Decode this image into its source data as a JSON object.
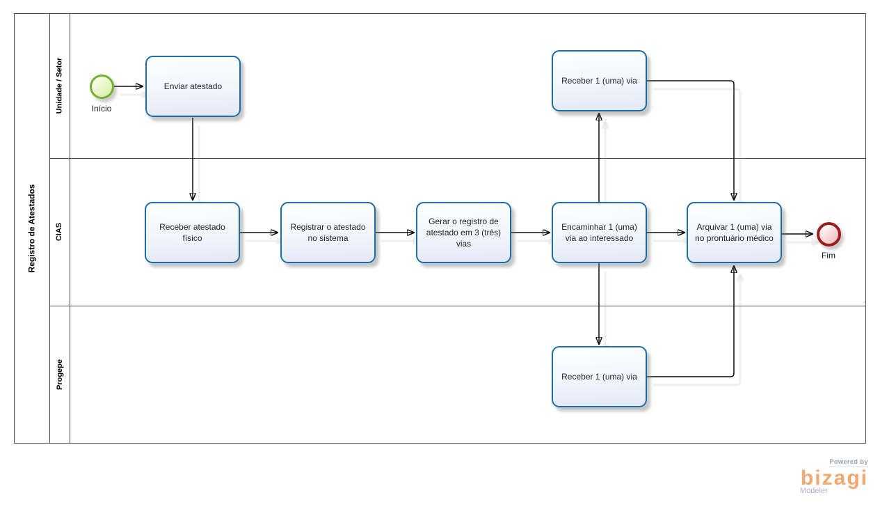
{
  "diagram": {
    "pool": {
      "label": "Registro de Atestados"
    },
    "lanes": [
      {
        "label": "Unidade / Setor"
      },
      {
        "label": "CIAS"
      },
      {
        "label": "Progepe"
      }
    ],
    "events": {
      "start": {
        "label": "Início"
      },
      "end": {
        "label": "Fim"
      }
    },
    "tasks": [
      {
        "id": "enviar-atestado",
        "lane": "Unidade / Setor",
        "label": "Enviar atestado"
      },
      {
        "id": "receber-1-via-unidade",
        "lane": "Unidade / Setor",
        "label": "Receber 1 (uma) via"
      },
      {
        "id": "receber-atestado-fisico",
        "lane": "CIAS",
        "label": "Receber atestado físico"
      },
      {
        "id": "registrar-atestado",
        "lane": "CIAS",
        "label": "Registrar o atestado no sistema"
      },
      {
        "id": "gerar-registro",
        "lane": "CIAS",
        "label": "Gerar o registro de atestado em 3 (três) vias"
      },
      {
        "id": "encaminhar-via",
        "lane": "CIAS",
        "label": "Encaminhar 1 (uma) via ao interessado"
      },
      {
        "id": "arquivar-via",
        "lane": "CIAS",
        "label": "Arquivar 1 (uma) via no prontuário médico"
      },
      {
        "id": "receber-1-via-progepe",
        "lane": "Progepe",
        "label": "Receber 1 (uma) via"
      }
    ],
    "flows": [
      {
        "from": "start",
        "to": "enviar-atestado"
      },
      {
        "from": "enviar-atestado",
        "to": "receber-atestado-fisico"
      },
      {
        "from": "receber-atestado-fisico",
        "to": "registrar-atestado"
      },
      {
        "from": "registrar-atestado",
        "to": "gerar-registro"
      },
      {
        "from": "gerar-registro",
        "to": "encaminhar-via"
      },
      {
        "from": "encaminhar-via",
        "to": "receber-1-via-unidade"
      },
      {
        "from": "encaminhar-via",
        "to": "receber-1-via-progepe"
      },
      {
        "from": "encaminhar-via",
        "to": "arquivar-via"
      },
      {
        "from": "receber-1-via-unidade",
        "to": "arquivar-via"
      },
      {
        "from": "receber-1-via-progepe",
        "to": "arquivar-via"
      },
      {
        "from": "arquivar-via",
        "to": "end"
      }
    ],
    "colors": {
      "task_border": "#1b6ea9",
      "task_fill_bottom": "#e3e9f5",
      "start_event_border": "#72b133",
      "end_event_border": "#9e1b1b",
      "flow_line": "#0d0d0d",
      "lane_line": "#484848"
    }
  },
  "branding": {
    "powered_by": "Powered by",
    "brand": "bizagi",
    "product": "Modeler",
    "brand_color": "#f3a870"
  }
}
